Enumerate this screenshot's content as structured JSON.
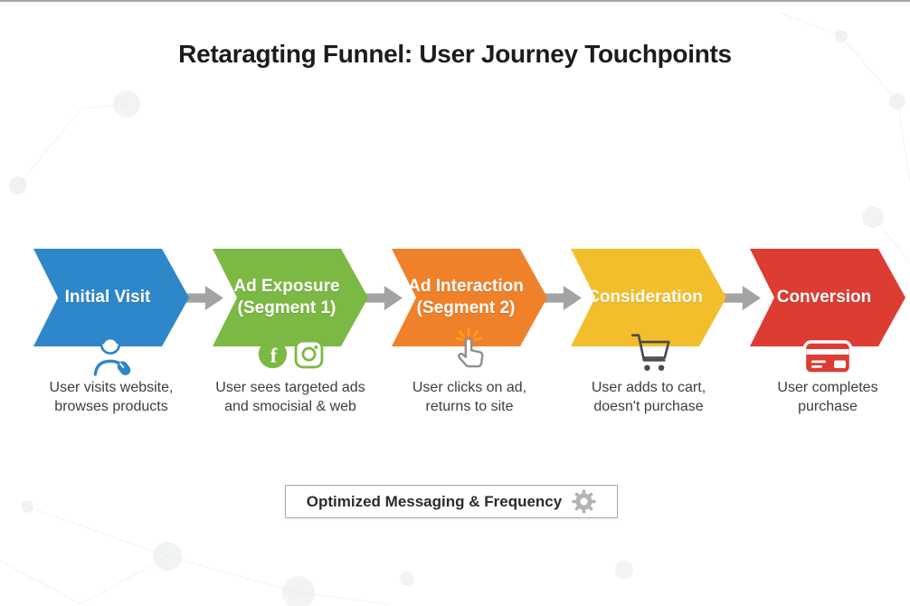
{
  "title": "Retaragting Funnel: User Journey Touchpoints",
  "stages": [
    {
      "label1": "Initial Visit",
      "label2": "",
      "color": "#2E87C8",
      "icons": [
        "user-with-mouse-icon"
      ],
      "desc1": "User visits website,",
      "desc2": "browses products"
    },
    {
      "label1": "Ad Exposure",
      "label2": "(Segment 1)",
      "color": "#7CB944",
      "icons": [
        "facebook-icon",
        "instagram-icon"
      ],
      "desc1": "User sees targeted ads",
      "desc2": "and smocisial & web"
    },
    {
      "label1": "Ad Interaction",
      "label2": "(Segment 2)",
      "color": "#F0812B",
      "icons": [
        "click-tap-icon"
      ],
      "desc1": "User clicks on ad,",
      "desc2": "returns to site"
    },
    {
      "label1": "Consideration",
      "label2": "",
      "color": "#F2BE2B",
      "icons": [
        "shopping-cart-icon"
      ],
      "desc1": "User adds to cart,",
      "desc2": "doesn't purchase"
    },
    {
      "label1": "Conversion",
      "label2": "",
      "color": "#DC3C32",
      "icons": [
        "credit-card-icon"
      ],
      "desc1": "User completes",
      "desc2": "purchase"
    }
  ],
  "arrow_color": "#A3A3A3",
  "footer": {
    "label": "Optimized Messaging & Frequency",
    "icon": "gear-icon"
  }
}
